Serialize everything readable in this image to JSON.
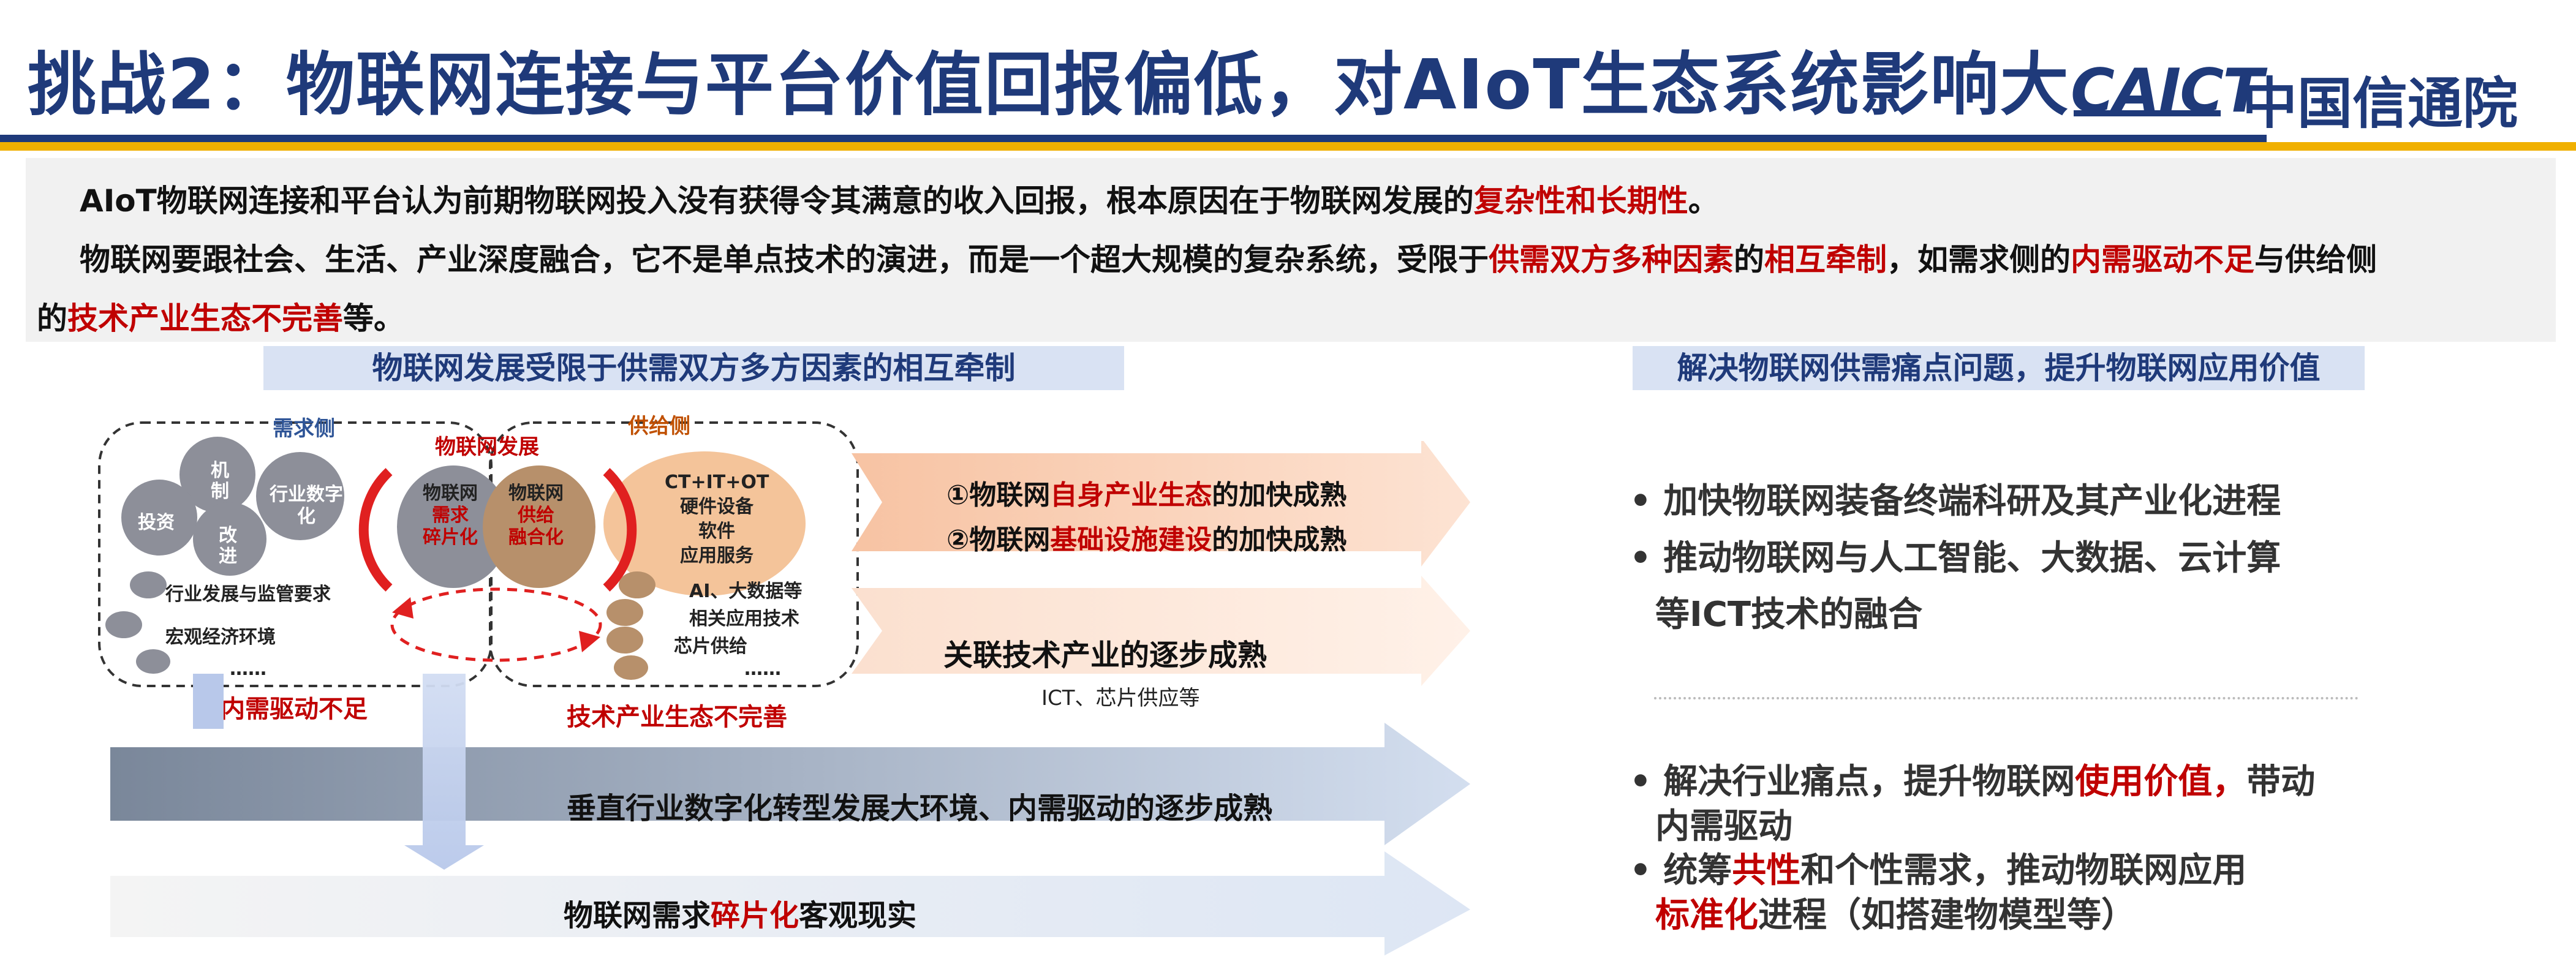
{
  "title": "挑战2：物联网连接与平台价值回报偏低，对AIoT生态系统影响大",
  "logo": {
    "brand": "CAICT",
    "cn": "中国信通院"
  },
  "intro": {
    "line1_a": "AIoT物联网连接和平台认为前期物联网投入没有获得令其满意的收入回报，根本原因在于物联网发展的",
    "line1_b": "复杂性和长期性",
    "line1_c": "。",
    "line2_a": "物联网要跟社会、生活、产业深度融合，它不是单点技术的演进，而是一个超大规模的复杂系统，受限于",
    "line2_b": "供需双方多种因素",
    "line2_c": "的",
    "line2_d": "相互牵制",
    "line2_e": "，如需求侧的",
    "line2_f": "内需驱动不足",
    "line2_g": "与供给侧",
    "line3_a": "的",
    "line3_b": "技术产业生态不完善",
    "line3_c": "等。"
  },
  "left_header": "物联网发展受限于供需双方多方因素的相互牵制",
  "right_header": "解决物联网供需痛点问题，提升物联网应用价值",
  "diagram": {
    "demand_label": "需求侧",
    "supply_label": "供给侧",
    "iot_dev_label": "物联网发展",
    "circles": [
      "机制",
      "行业数字化",
      "投资",
      "改进"
    ],
    "demand_items": [
      "行业发展与监管要求",
      "宏观经济环境",
      "……"
    ],
    "center_left": [
      "物联网",
      "需求",
      "碎片化"
    ],
    "center_right": [
      "物联网",
      "供给",
      "融合化"
    ],
    "supply_top": [
      "CT+IT+OT",
      "硬件设备",
      "软件",
      "应用服务"
    ],
    "supply_items": [
      "AI、大数据等",
      "相关应用技术",
      "芯片供给",
      "……"
    ],
    "demand_caption": "内需驱动不足",
    "supply_caption": "技术产业生态不完善"
  },
  "arrows": {
    "a1_l1_pre": "①物联网",
    "a1_l1_red": "自身产业生态",
    "a1_l1_post": "的加快成熟",
    "a1_l2_pre": "②物联网",
    "a1_l2_red": "基础设施建设",
    "a1_l2_post": "的加快成熟",
    "a2_main": "关联技术产业的逐步成熟",
    "a2_sub": "ICT、芯片供应等",
    "a3": "垂直行业数字化转型发展大环境、内需驱动的逐步成熟",
    "a4_pre": "物联网需求",
    "a4_red": "碎片化",
    "a4_post": "客观现实"
  },
  "right": {
    "b1": "加快物联网装备终端科研及其产业化进程",
    "b2_l1": "推动物联网与人工智能、大数据、云计算",
    "b2_l2": "等ICT技术的融合",
    "b3_pre": "解决行业痛点，提升物联网",
    "b3_red": "使用价值，",
    "b3_post": "带动",
    "b3_l2": "内需驱动",
    "b4_pre": "统筹",
    "b4_red": "共性",
    "b4_post": "和个性需求，推动物联网应用",
    "b4_l2_red": "标准化",
    "b4_l2_post": "进程（如搭建物模型等）"
  },
  "colors": {
    "navy": "#1f3a7a",
    "red": "#c00000",
    "accent": "#f0b000"
  }
}
